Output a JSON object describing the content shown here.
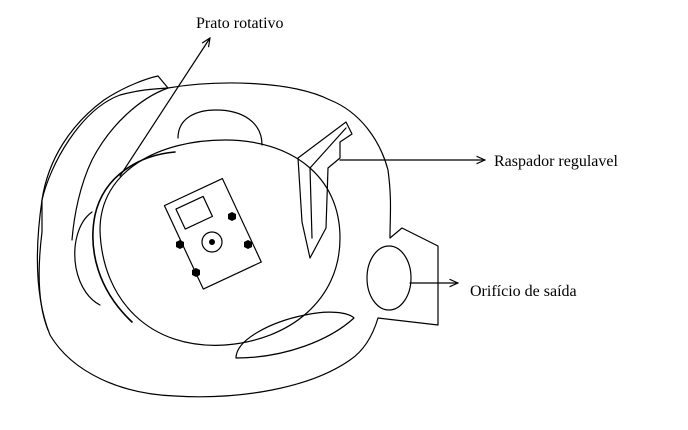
{
  "labels": {
    "prato": "Prato rotativo",
    "raspador": "Raspador regulavel",
    "orificio": "Orifício de saída"
  }
}
